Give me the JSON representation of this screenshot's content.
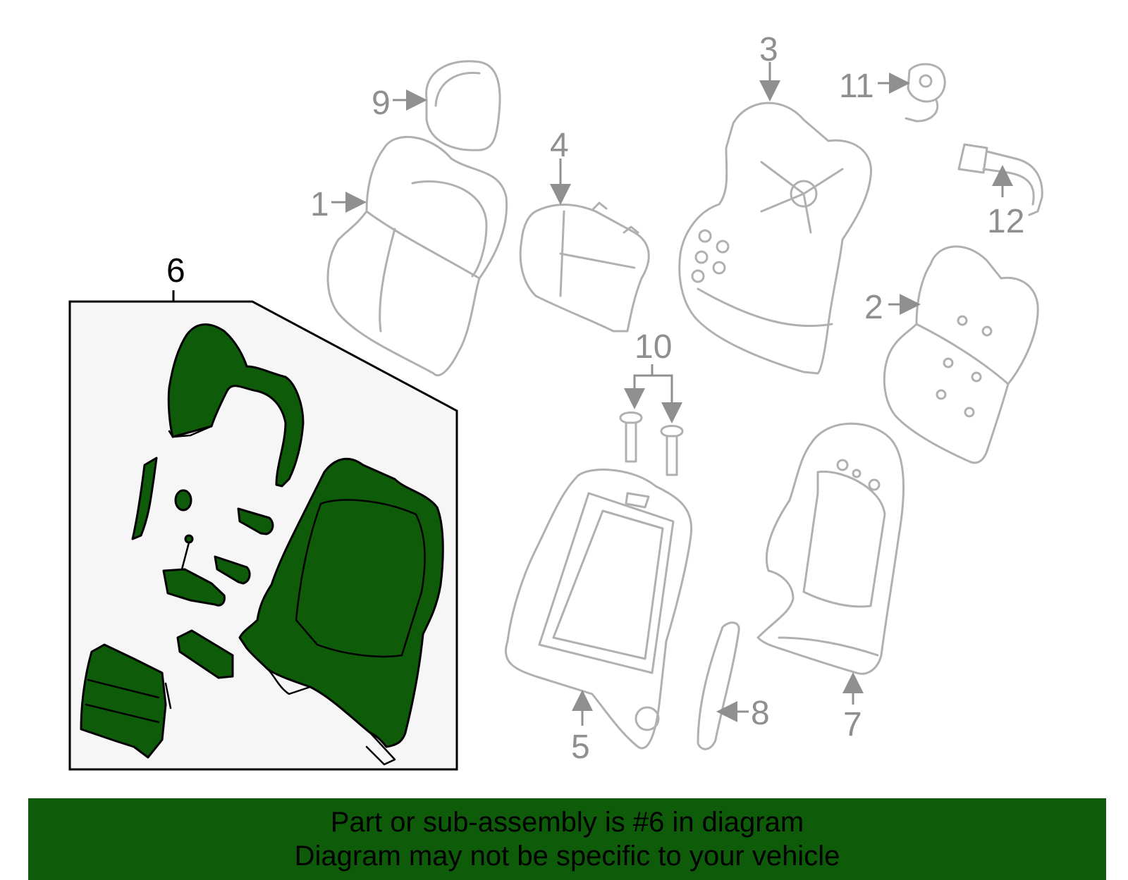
{
  "colors": {
    "highlight": "#0e5c09",
    "line": "#b0b0b0",
    "callout": "#8f8f8f",
    "panel": "#f6f6f6"
  },
  "callouts": {
    "c1": "1",
    "c2": "2",
    "c3": "3",
    "c4": "4",
    "c5": "5",
    "c6": "6",
    "c7": "7",
    "c8": "8",
    "c9": "9",
    "c10": "10",
    "c11": "11",
    "c12": "12"
  },
  "banner": {
    "line1": "Part or sub-assembly is #6 in diagram",
    "line2": "Diagram may not be specific to your vehicle"
  }
}
